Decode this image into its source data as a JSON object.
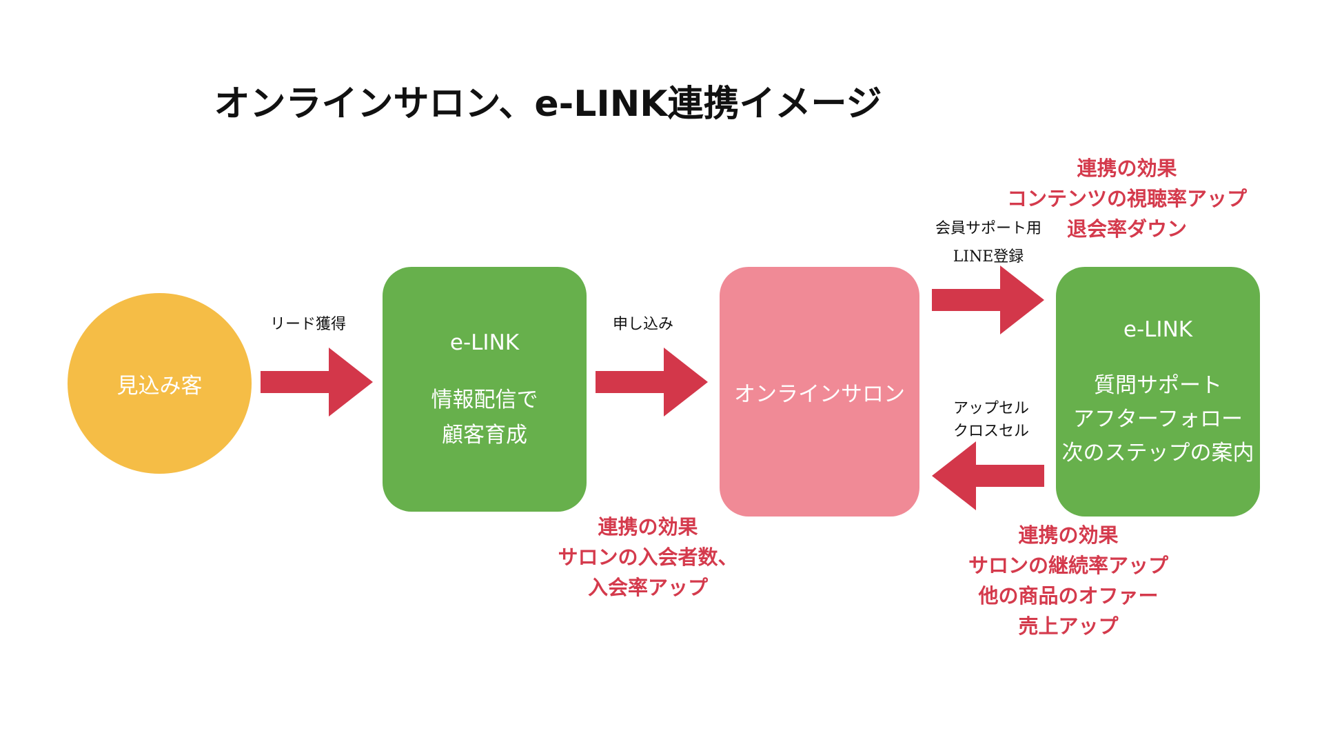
{
  "title": "オンラインサロン、e-LINK連携イメージ",
  "nodes": {
    "prospect": "見込み客",
    "elink_left": {
      "title": "e-LINK",
      "line1": "情報配信で",
      "line2": "顧客育成"
    },
    "salon": "オンラインサロン",
    "elink_right": {
      "title": "e-LINK",
      "line1": "質問サポート",
      "line2": "アフターフォロー",
      "line3": "次のステップの案内"
    }
  },
  "arrow_labels": {
    "lead": "リード獲得",
    "apply": "申し込み",
    "support_line1": "会員サポート用",
    "support_line2": "LINE登録",
    "upsell_line1": "アップセル",
    "upsell_line2": "クロスセル"
  },
  "effects": {
    "left": [
      "連携の効果",
      "サロンの入会者数、",
      "入会率アップ"
    ],
    "top_right": [
      "連携の効果",
      "コンテンツの視聴率アップ",
      "退会率ダウン"
    ],
    "bottom_right": [
      "連携の効果",
      "サロンの継続率アップ",
      "他の商品のオファー",
      "売上アップ"
    ]
  },
  "colors": {
    "prospect": "#f5bd46",
    "elink": "#67b04c",
    "salon": "#f08a96",
    "arrow": "#d3374a",
    "effect_text": "#d43a4c"
  }
}
